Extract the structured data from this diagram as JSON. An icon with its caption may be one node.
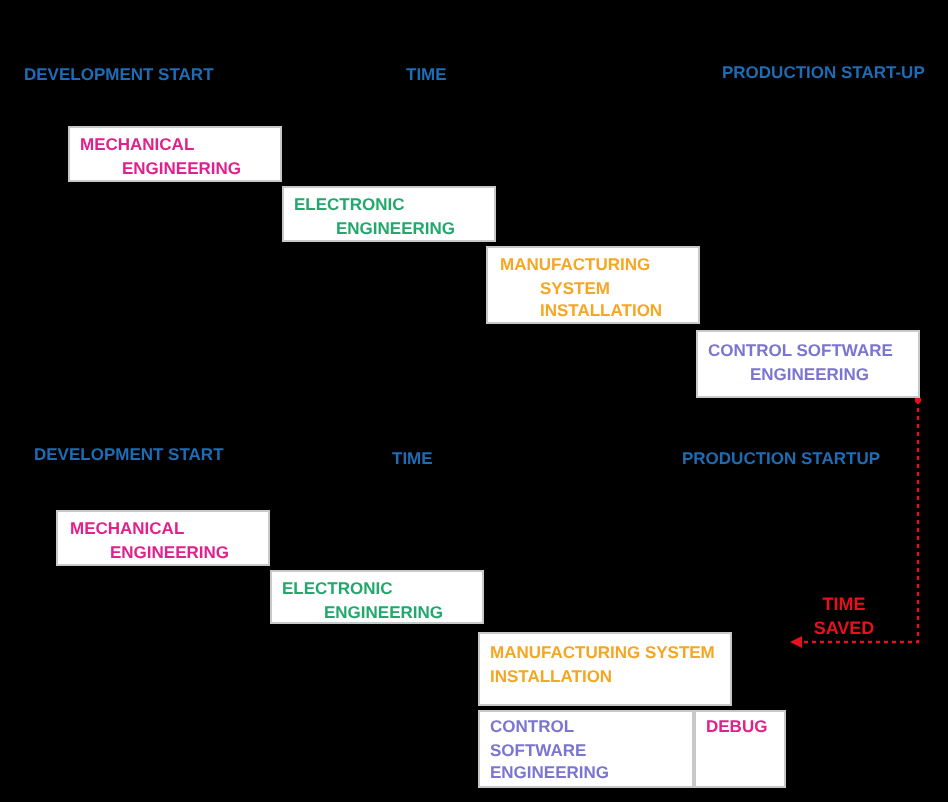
{
  "diagram": {
    "nodes": [
      {
        "text": [
          "MECHANICAL ENGINEERING"
        ]
      },
      {
        "text": [
          "ELECTRONIC ENGINEERING"
        ]
      },
      {
        "text": [
          "MANUFACTURING SYSTEM INSTALLATION"
        ]
      },
      {
        "text": [
          "CONTROL SOFTWARE ENGINEERING"
        ]
      },
      {
        "text": [
          "MECHANICAL ENGINEERING"
        ]
      },
      {
        "text": [
          "ELECTRONIC ENGINEERING"
        ]
      },
      {
        "text": [
          "MANUFACTURING SYSTEM INSTALLATION"
        ]
      },
      {
        "text": [
          "CONTROL SOFTWARE ENGINEERING"
        ]
      },
      {
        "text": [
          "DEBUG"
        ]
      }
    ],
    "labels": [
      "DEVELOPMENT START",
      "TIME",
      "PRODUCTION START-UP",
      "DEVELOPMENT START",
      "TIME",
      "PRODUCTION STARTUP",
      "TIME SAVED"
    ]
  }
}
